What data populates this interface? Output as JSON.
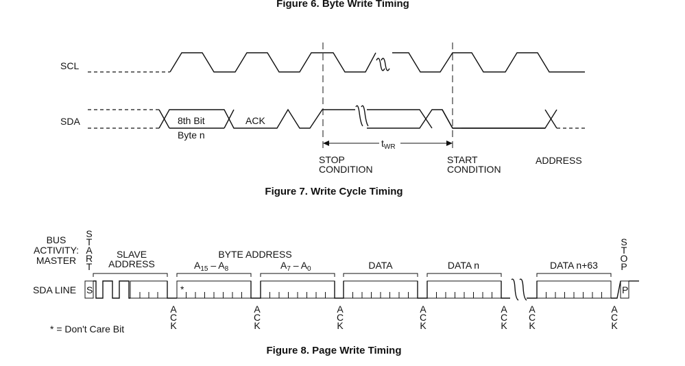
{
  "fig6_caption": "Figure 6. Byte Write Timing",
  "fig7": {
    "caption": "Figure 7. Write Cycle Timing",
    "scl_label": "SCL",
    "sda_label": "SDA",
    "bit_label": "8th Bit",
    "byte_label": "Byte n",
    "ack_label": "ACK",
    "twr_main": "t",
    "twr_sub": "WR",
    "stop_l1": "STOP",
    "stop_l2": "CONDITION",
    "start_l1": "START",
    "start_l2": "CONDITION",
    "address": "ADDRESS"
  },
  "fig8": {
    "caption": "Figure 8. Page Write Timing",
    "bus_l1": "BUS",
    "bus_l2": "ACTIVITY:",
    "bus_l3": "MASTER",
    "start_vertical": "START",
    "stop_vertical": "STOP",
    "slave_l1": "SLAVE",
    "slave_l2": "ADDRESS",
    "byte_address": "BYTE ADDRESS",
    "a_hi_1": "A",
    "a_hi_1_sub": "15",
    "a_hi_dash": " – A",
    "a_hi_2_sub": "8",
    "a_lo_1": "A",
    "a_lo_1_sub": "7",
    "a_lo_dash": " – A",
    "a_lo_2_sub": "0",
    "data": "DATA",
    "data_n": "DATA n",
    "data_n63": "DATA n+63",
    "sda_line": "SDA LINE",
    "s_box": "S",
    "p_box": "P",
    "star": "*",
    "ack_vertical": "ACK",
    "dont_care": "* = Don't Care Bit"
  }
}
